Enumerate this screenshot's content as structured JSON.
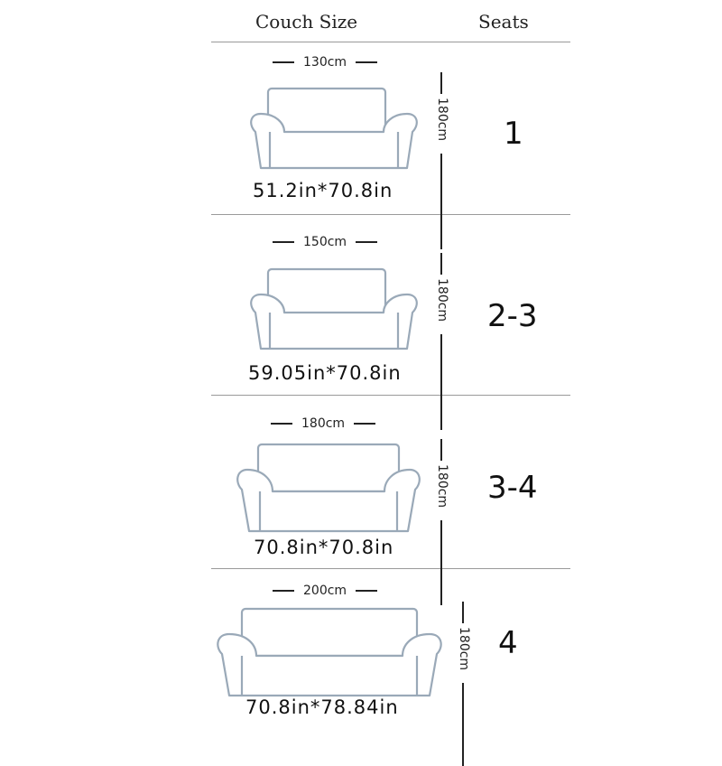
{
  "header": {
    "couch_size": "Couch Size",
    "seats": "Seats"
  },
  "rows": [
    {
      "width_cm": "130cm",
      "height_cm": "180cm",
      "inches": "51.2in*70.8in",
      "seats": "1"
    },
    {
      "width_cm": "150cm",
      "height_cm": "180cm",
      "inches": "59.05in*70.8in",
      "seats": "2-3"
    },
    {
      "width_cm": "180cm",
      "height_cm": "180cm",
      "inches": "70.8in*70.8in",
      "seats": "3-4"
    },
    {
      "width_cm": "200cm",
      "height_cm": "180cm",
      "inches": "70.8in*78.84in",
      "seats": "4"
    }
  ]
}
